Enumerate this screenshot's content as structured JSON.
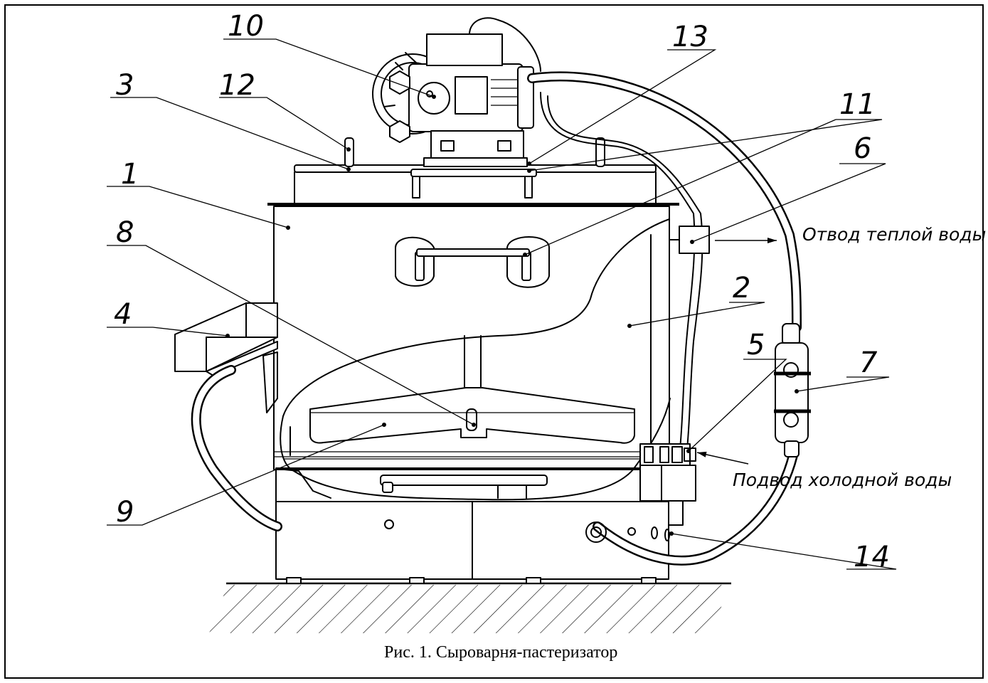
{
  "caption": "Рис. 1. Сыроварня-пастеризатор",
  "flows": {
    "outlet": "Отвод теплой воды",
    "inlet": "Подвод холодной воды"
  },
  "callouts": [
    "1",
    "2",
    "3",
    "4",
    "5",
    "6",
    "7",
    "8",
    "9",
    "10",
    "11",
    "12",
    "13",
    "14"
  ]
}
